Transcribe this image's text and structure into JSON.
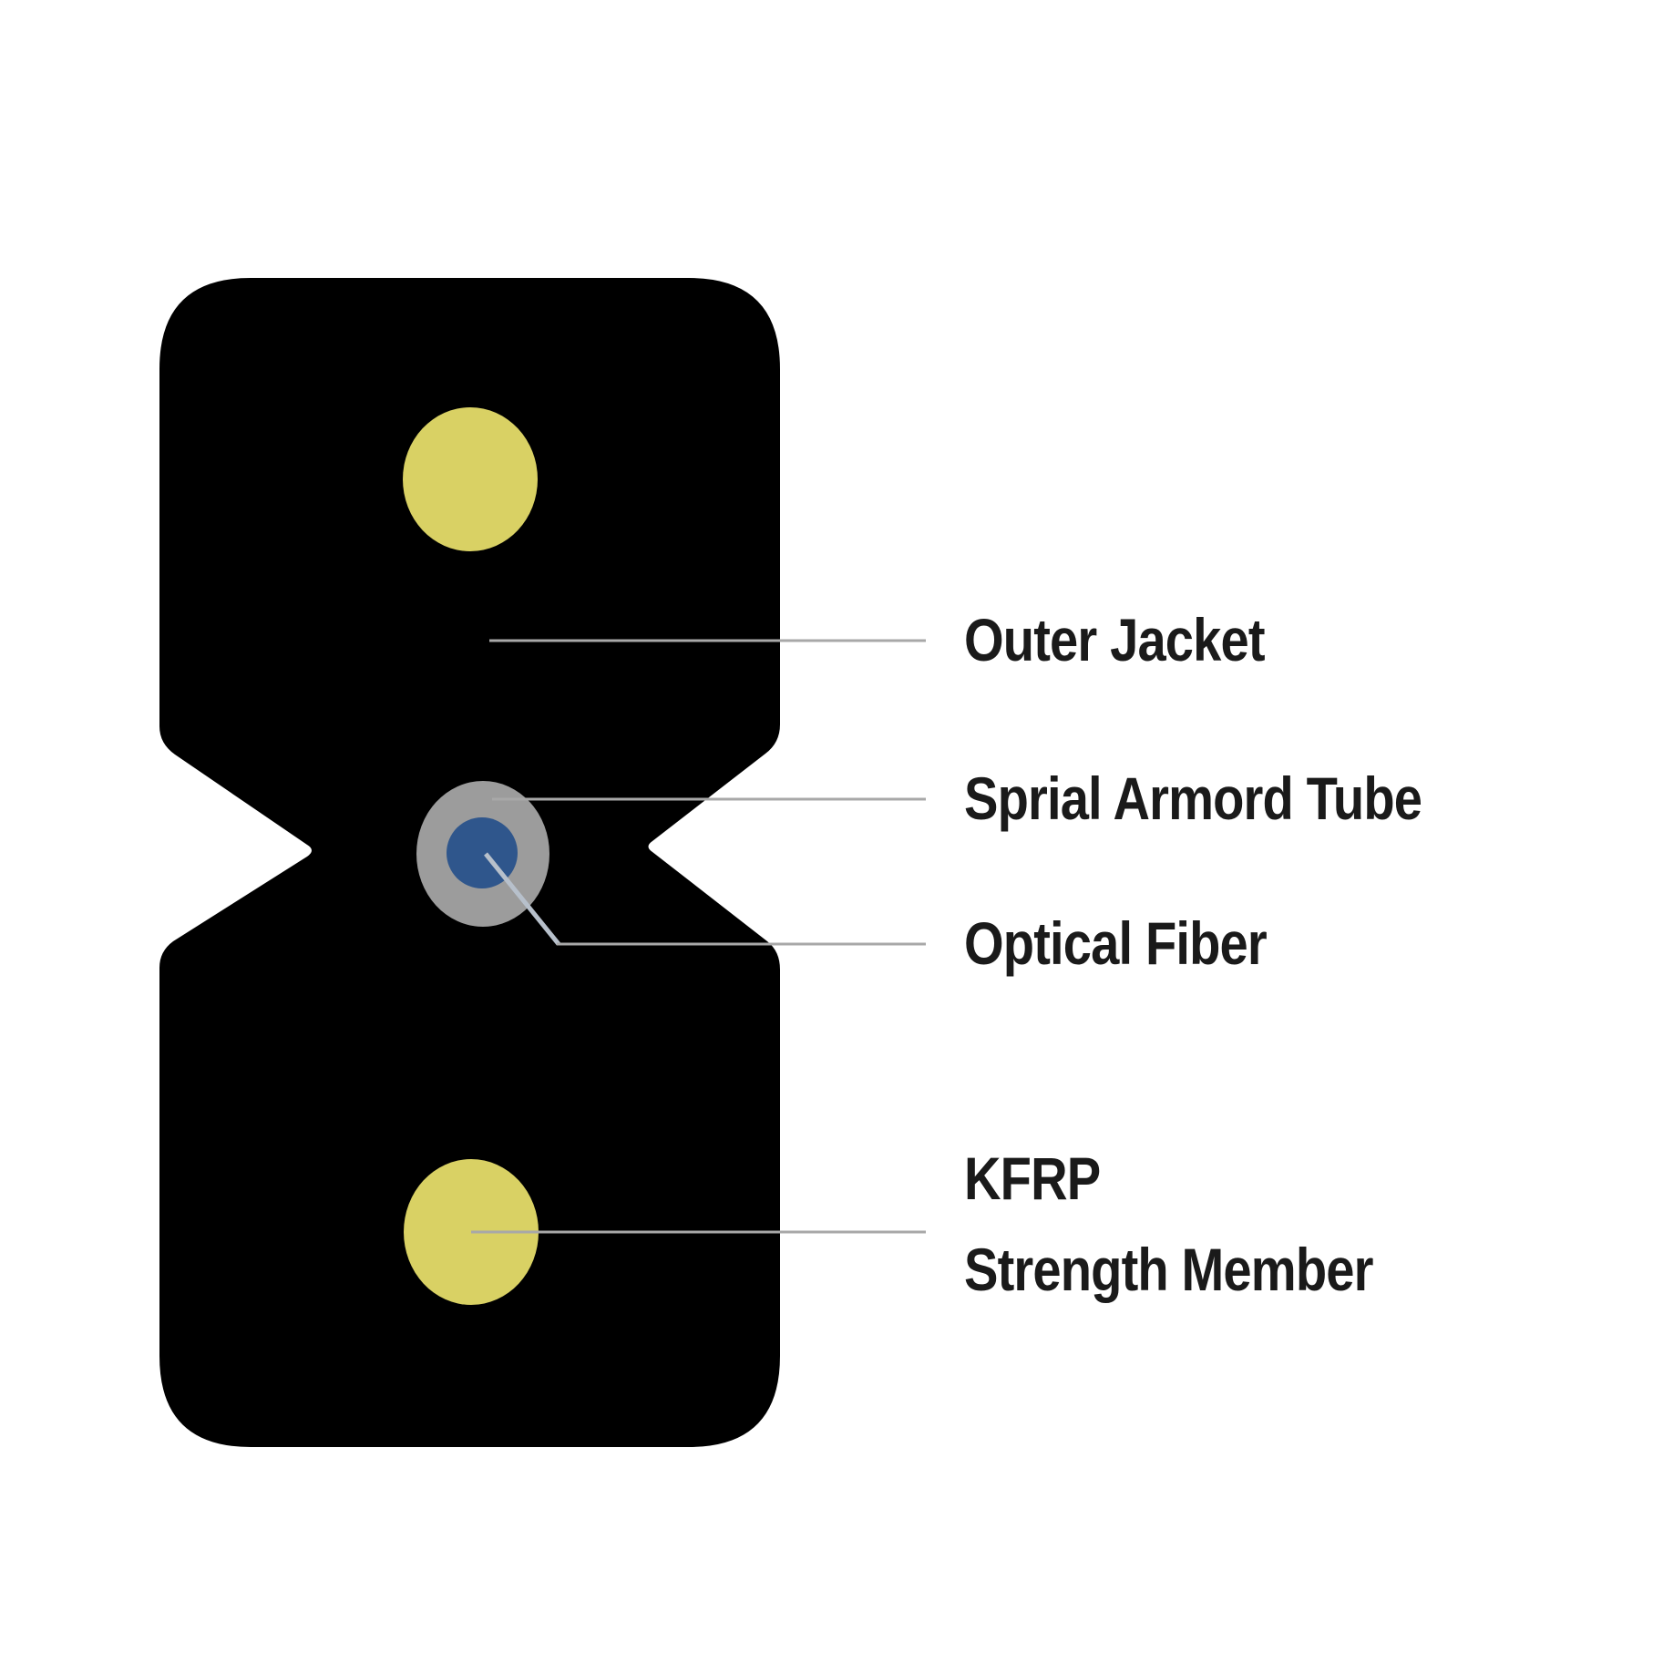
{
  "diagram": {
    "type": "fiber-optic-drop-cable-cross-section",
    "labels": {
      "outer_jacket": "Outer Jacket",
      "spiral_armored_tube": "Sprial Armord Tube",
      "optical_fiber": "Optical Fiber",
      "kfrp_line1": "KFRP",
      "kfrp_line2": "Strength Member"
    },
    "colors": {
      "background": "#ffffff",
      "jacket": "#000000",
      "strength_member": "#d9d164",
      "armored_tube": "#9c9c9c",
      "optical_fiber": "#2f568c",
      "leader_line": "#a8a8a8",
      "leader_line_diagonal": "#b7c0cb",
      "label_text": "#1a1a1a"
    }
  }
}
